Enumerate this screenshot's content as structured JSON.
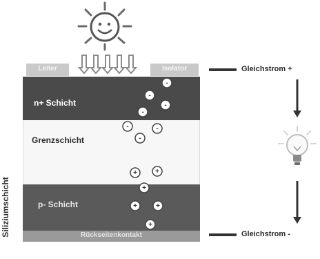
{
  "diagram": {
    "side_label": "Siliziumschicht",
    "layers": {
      "leiter": "Leiter",
      "isolator": "Isolator",
      "n_schicht": "n+ Schicht",
      "grenzschicht": "Grenzschicht",
      "p_schicht": "p- Schicht",
      "rueckseitenkontakt": "Rückseitenkontakt"
    },
    "terminals": {
      "positive": "Gleichstrom +",
      "negative": "Gleichstrom -"
    },
    "particle_signs": {
      "minus": "-",
      "plus": "+"
    },
    "icons": [
      "sun-icon",
      "light-ray-icon",
      "light-bulb-icon",
      "arrow-down-icon"
    ]
  }
}
